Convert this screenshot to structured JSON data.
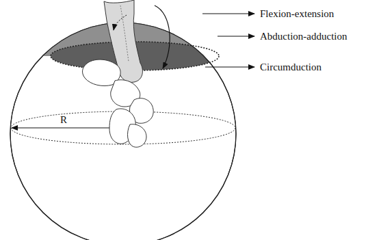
{
  "diagram": {
    "labels": [
      "Flexion-extension",
      "Abduction-adduction",
      "Circumduction",
      "R"
    ]
  }
}
